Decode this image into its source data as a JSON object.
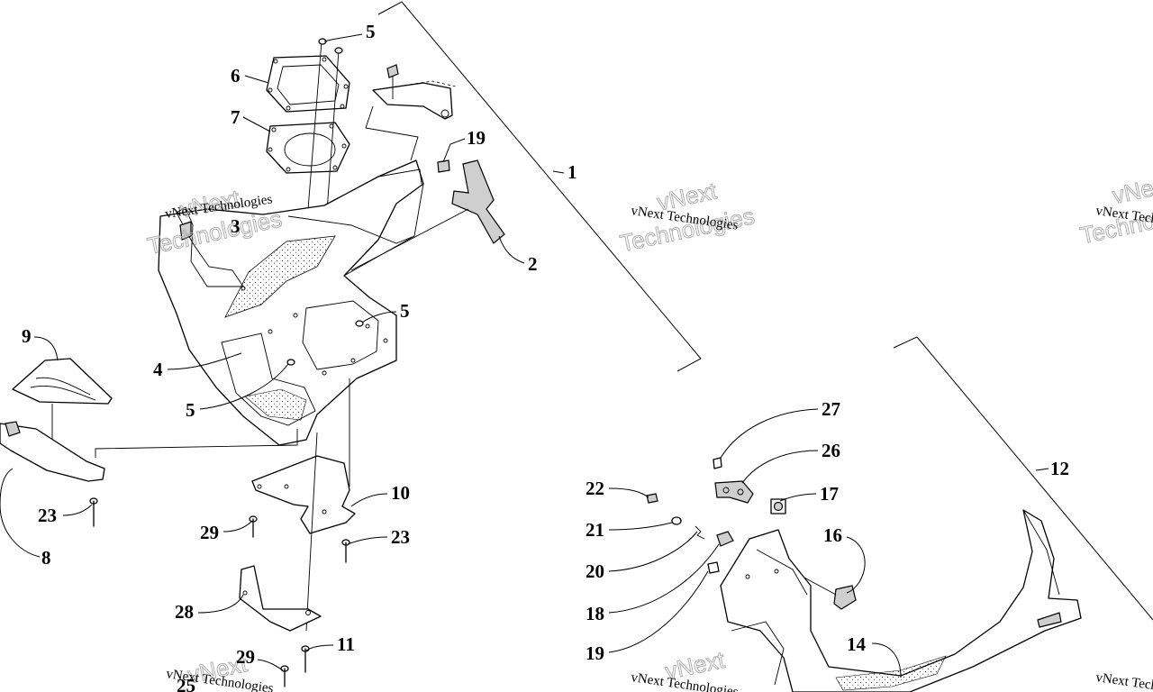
{
  "callouts": {
    "c1": "1",
    "c2": "2",
    "c3": "3",
    "c4": "4",
    "c5a": "5",
    "c5b": "5",
    "c5c": "5",
    "c6": "6",
    "c7": "7",
    "c8": "8",
    "c9": "9",
    "c10": "10",
    "c11": "11",
    "c12": "12",
    "c14": "14",
    "c16": "16",
    "c17": "17",
    "c18": "18",
    "c19a": "19",
    "c19b": "19",
    "c20": "20",
    "c21": "21",
    "c22": "22",
    "c23a": "23",
    "c23b": "23",
    "c25": "25",
    "c26": "26",
    "c27": "27",
    "c28": "28",
    "c29a": "29",
    "c29b": "29"
  },
  "watermark": {
    "name": "vNext Technologies",
    "logo_line1": "vNext",
    "logo_line2": "Technologies"
  }
}
